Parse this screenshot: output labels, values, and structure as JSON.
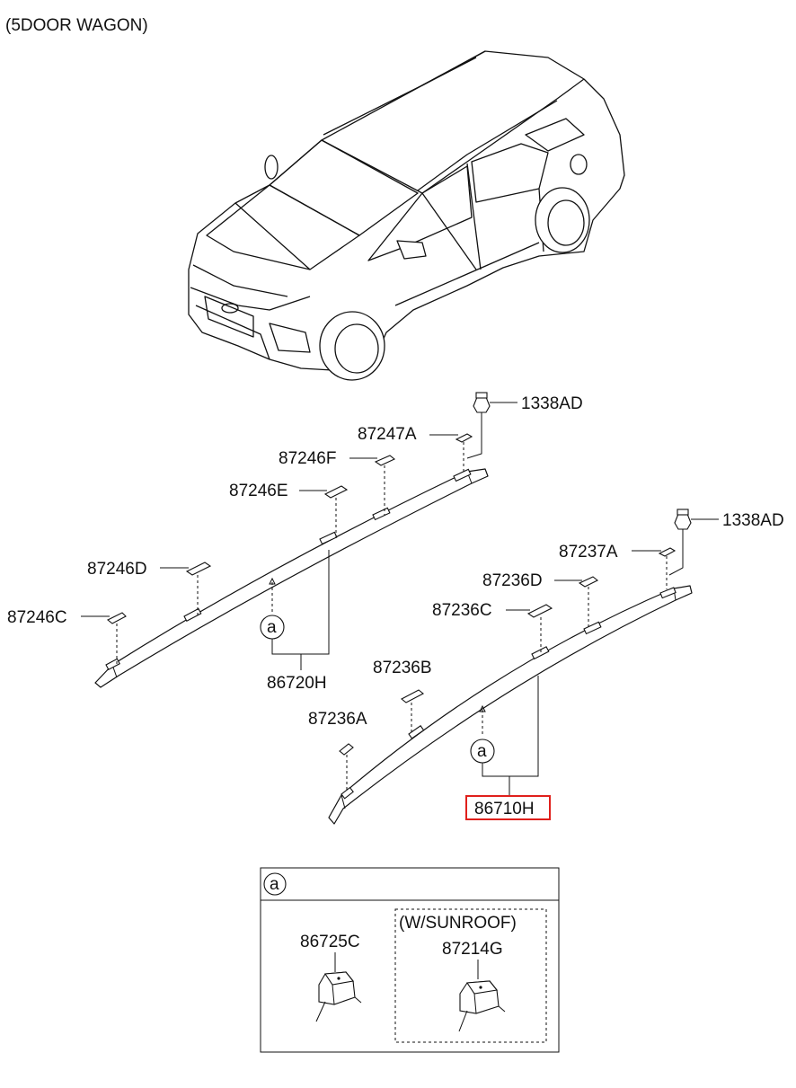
{
  "variant_label": "(5DOOR WAGON)",
  "callouts": {
    "nut_upper": "1338AD",
    "nut_lower": "1338AD",
    "p87247A": "87247A",
    "p87246F": "87246F",
    "p87246E": "87246E",
    "p87246D": "87246D",
    "p87246C": "87246C",
    "rail_left": "86720H",
    "p87237A": "87237A",
    "p87236D": "87236D",
    "p87236C": "87236C",
    "p87236B": "87236B",
    "p87236A": "87236A",
    "rail_right": "86710H"
  },
  "circle_ref": "a",
  "detail_box": {
    "ref": "a",
    "part_standard": "86725C",
    "option_label": "(W/SUNROOF)",
    "part_sunroof": "87214G"
  },
  "highlight_color": "#e0201c"
}
